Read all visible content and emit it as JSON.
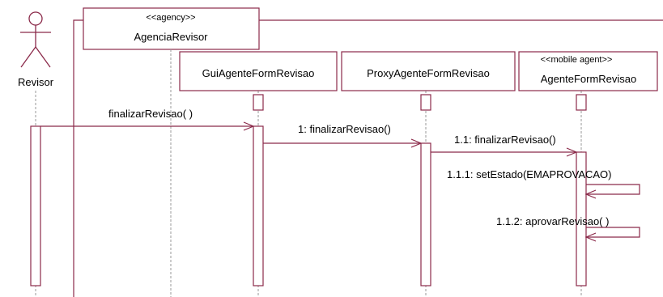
{
  "diagram_type": "UML sequence diagram",
  "colors": {
    "line": "#8b2a4a",
    "lifeline_dash": "#9a9a9a",
    "text": "#000000",
    "fill": "#ffffff"
  },
  "actor": {
    "name": "Revisor",
    "icon": "stick-figure-actor-icon"
  },
  "frame": {
    "stereotype": "<<agency>>",
    "name": "AgenciaRevisor"
  },
  "participants": [
    {
      "stereotype": "",
      "name": "GuiAgenteFormRevisao"
    },
    {
      "stereotype": "",
      "name": "ProxyAgenteFormRevisao"
    },
    {
      "stereotype": "<<mobile agent>>",
      "name": "AgenteFormRevisao"
    }
  ],
  "messages": [
    {
      "label": "finalizarRevisao( )",
      "from": "Revisor",
      "to": "GuiAgenteFormRevisao"
    },
    {
      "label": "1: finalizarRevisao()",
      "from": "GuiAgenteFormRevisao",
      "to": "ProxyAgenteFormRevisao"
    },
    {
      "label": "1.1: finalizarRevisao()",
      "from": "ProxyAgenteFormRevisao",
      "to": "AgenteFormRevisao"
    },
    {
      "label": "1.1.1: setEstado(EMAPROVACAO)",
      "from": "AgenteFormRevisao",
      "to": "AgenteFormRevisao"
    },
    {
      "label": "1.1.2: aprovarRevisao( )",
      "from": "AgenteFormRevisao",
      "to": "AgenteFormRevisao"
    }
  ]
}
